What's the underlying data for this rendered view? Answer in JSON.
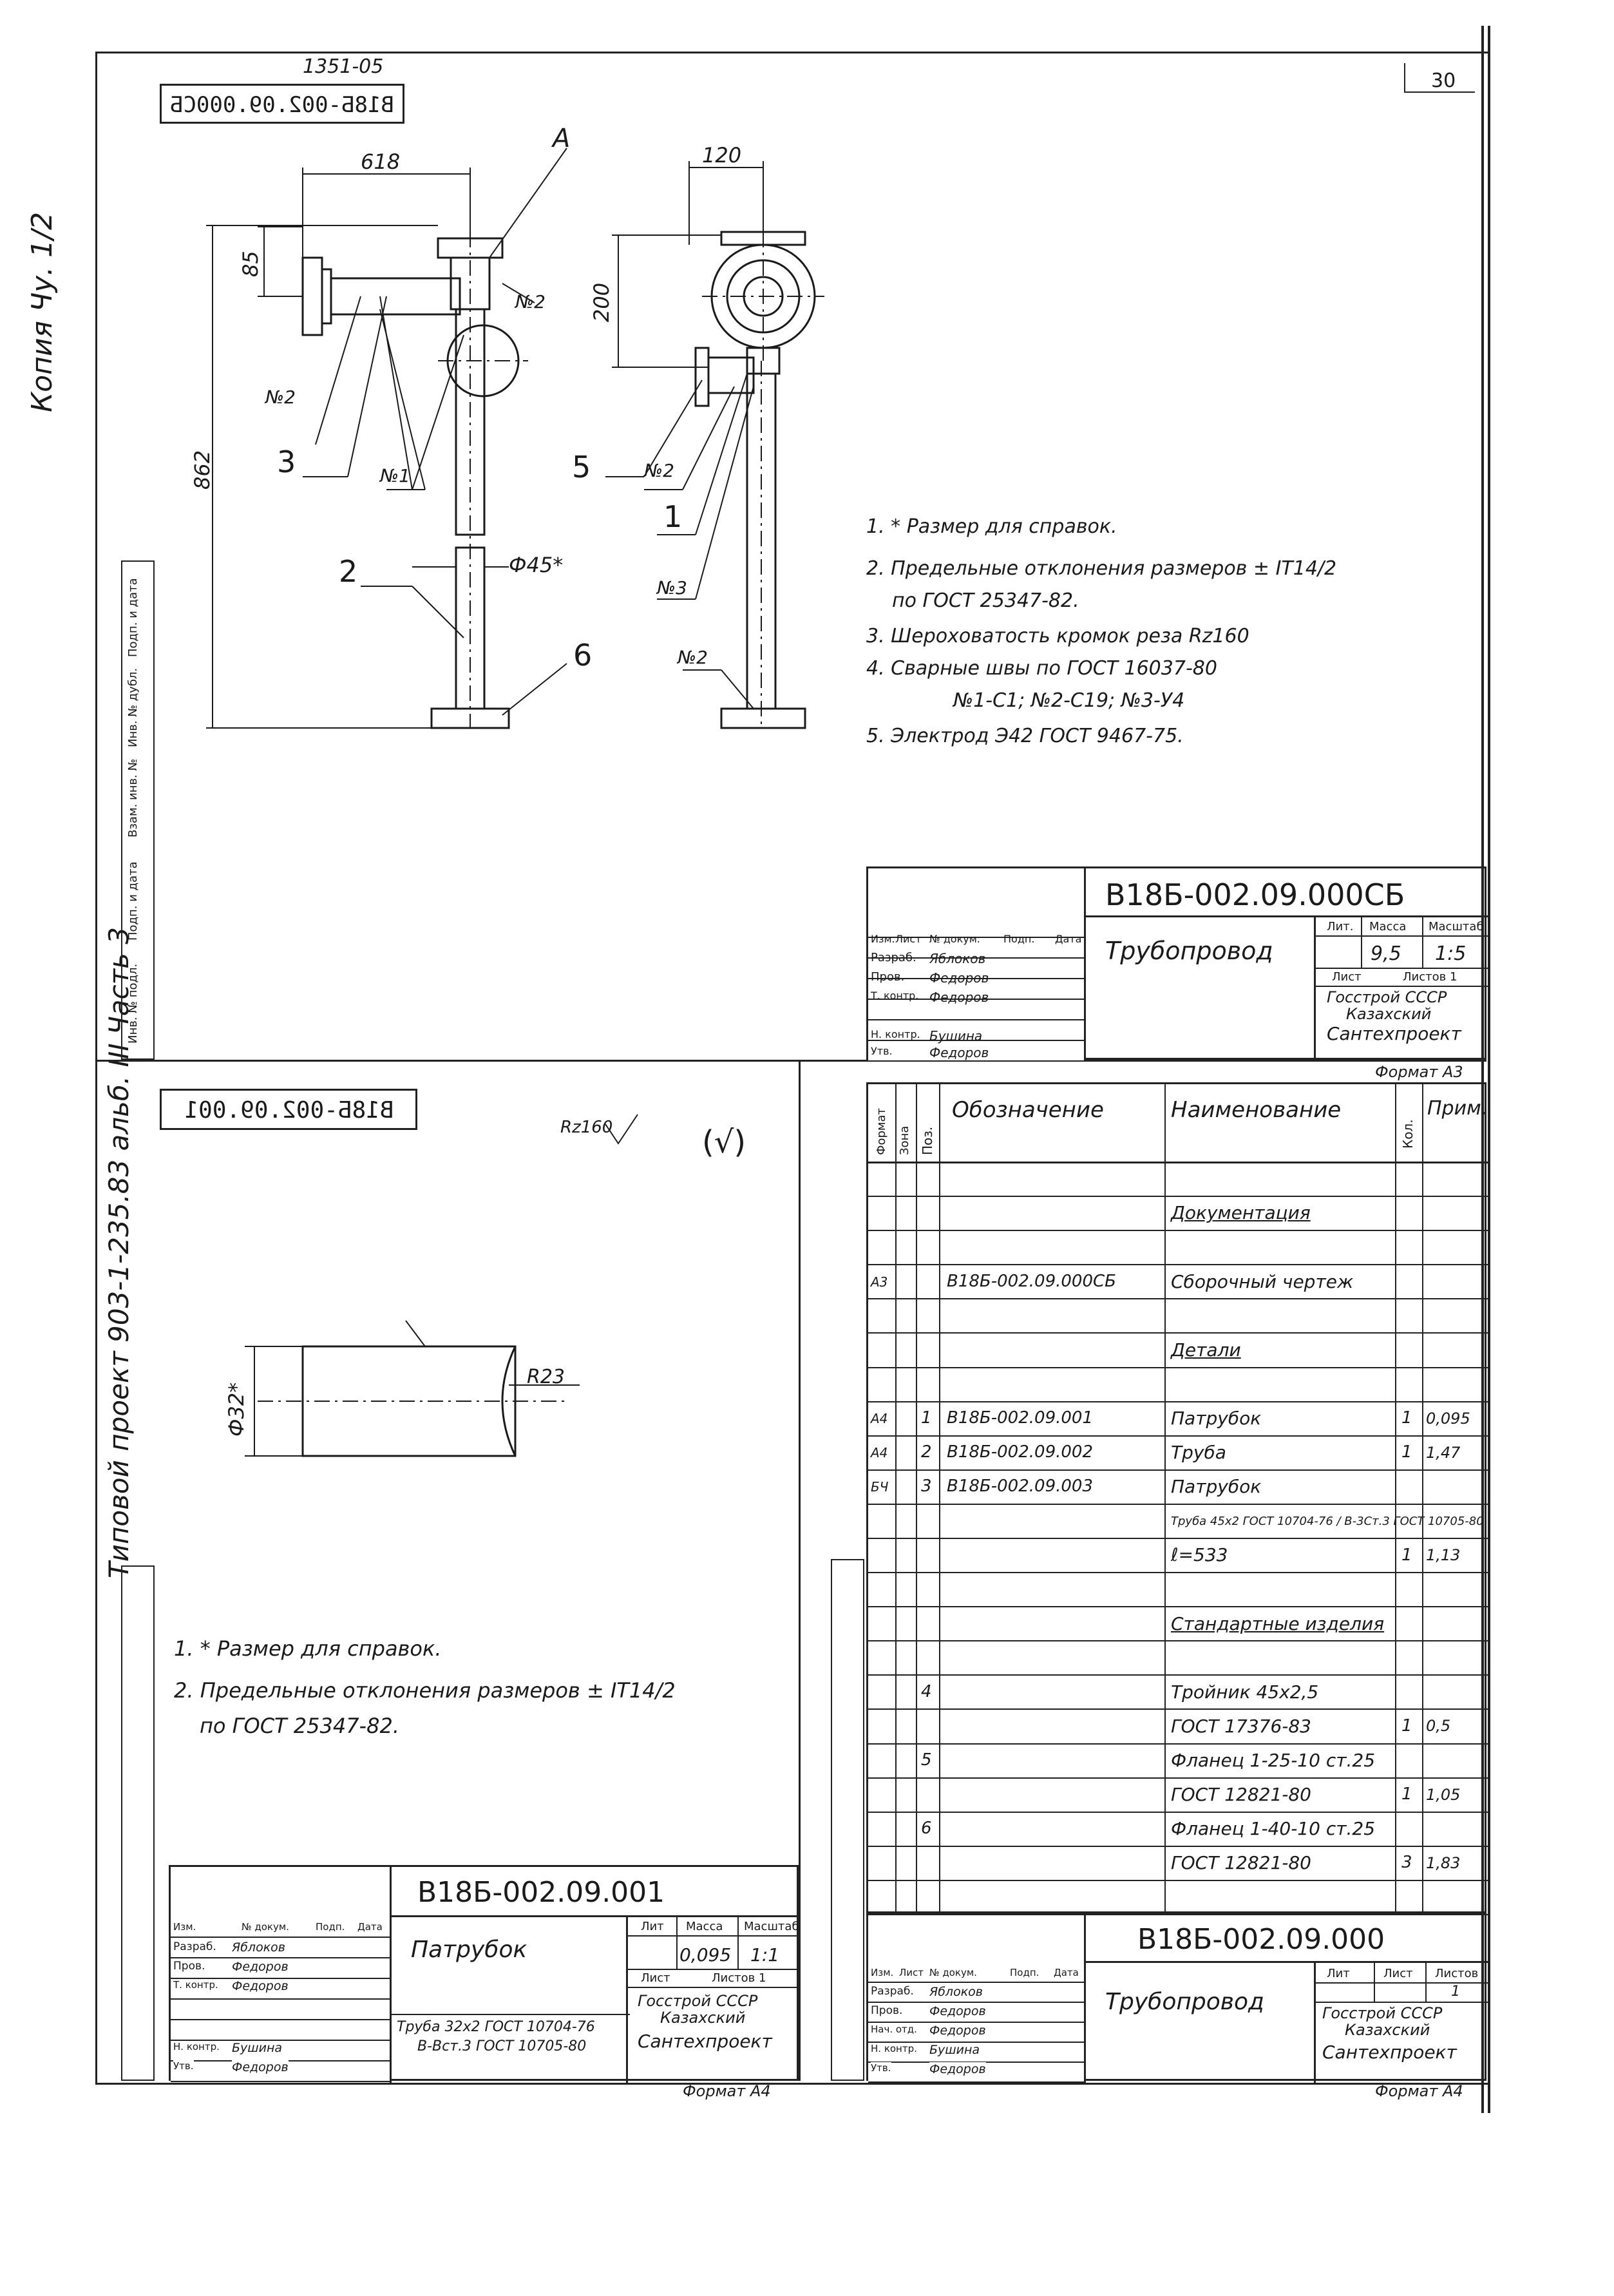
{
  "sheet": {
    "number": "30",
    "archive_no": "1351-05",
    "side_stamp": "Копия Чу. 1/2",
    "side_project": "Типовой проект 903-1-235.83 альб. III Часть 3",
    "side_cols": [
      "Подп. и дата",
      "Инв. № дубл.",
      "Взам. инв. №",
      "Подп. и дата",
      "Инв. № подл."
    ]
  },
  "drawing_top": {
    "code_stamp": "В18Б-002.09.000СБ",
    "dims": [
      "618",
      "85",
      "862",
      "120",
      "200",
      "Ф45*"
    ],
    "view_label": "А",
    "weld_marks": [
      "№2",
      "№2",
      "№1",
      "№2",
      "№3",
      "№2"
    ],
    "callouts": [
      "3",
      "2",
      "6",
      "5",
      "1"
    ],
    "notes": [
      "1. * Размер для справок.",
      "2. Предельные отклонения размеров ± IT14/2",
      "по ГОСТ 25347-82.",
      "3. Шероховатость кромок реза Rz160",
      "4. Сварные швы по ГОСТ 16037-80",
      "№1-С1; №2-С19; №3-У4",
      "5. Электрод Э42 ГОСТ 9467-75."
    ],
    "title_block": {
      "designation": "В18Б-002.09.000СБ",
      "name": "Трубопровод",
      "lit_header": "Лит.",
      "mass_header": "Масса",
      "scale_header": "Масштаб",
      "mass": "9,5",
      "scale": "1:5",
      "sheet_label": "Лист",
      "sheets_label": "Листов 1",
      "org1": "Госстрой СССР",
      "org2": "Казахский",
      "org3": "Сантехпроект",
      "format": "Формат А3",
      "roles": [
        {
          "role": "Изм.",
          "c2": "Лист",
          "c3": "№ докум.",
          "c4": "Подп.",
          "c5": "Дата"
        },
        {
          "role": "Разраб.",
          "c3": "Яблоков"
        },
        {
          "role": "Пров.",
          "c3": "Федоров"
        },
        {
          "role": "Т. контр.",
          "c3": "Федоров"
        },
        {
          "role": "",
          "c3": ""
        },
        {
          "role": "Н. контр.",
          "c3": "Бушина"
        },
        {
          "role": "Утв.",
          "c3": "Федоров"
        }
      ]
    }
  },
  "drawing_left": {
    "code_stamp": "В18Б-002.09.001",
    "roughness": "Rz160",
    "roughness_sym": "(√)",
    "dims": [
      "Ф32*",
      "R23"
    ],
    "notes": [
      "1. * Размер для справок.",
      "2. Предельные отклонения размеров ± IT14/2",
      "по ГОСТ 25347-82."
    ],
    "title_block": {
      "designation": "В18Б-002.09.001",
      "name": "Патрубок",
      "lit_header": "Лит",
      "mass_header": "Масса",
      "scale_header": "Масштаб",
      "mass": "0,095",
      "scale": "1:1",
      "sheet_label": "Лист",
      "sheets_label": "Листов 1",
      "material1": "Труба 32х2 ГОСТ 10704-76",
      "material2": "В-Вст.3 ГОСТ 10705-80",
      "org1": "Госстрой СССР",
      "org2": "Казахский",
      "org3": "Сантехпроект",
      "format": "Формат А4",
      "roles": [
        {
          "role": "Изм.",
          "c2": "Лист",
          "c3": "№ докум.",
          "c4": "Подп.",
          "c5": "Дата"
        },
        {
          "role": "Разраб.",
          "c3": "Яблоков"
        },
        {
          "role": "Пров.",
          "c3": "Федоров"
        },
        {
          "role": "Т. контр.",
          "c3": "Федоров"
        },
        {
          "role": "",
          "c3": ""
        },
        {
          "role": "Н. контр.",
          "c3": "Бушина"
        },
        {
          "role": "Утв.",
          "c3": "Федоров"
        }
      ]
    }
  },
  "spec": {
    "headers": {
      "format": "Формат",
      "zone": "Зона",
      "pos": "Поз.",
      "designation": "Обозначение",
      "name": "Наименование",
      "qty": "Кол.",
      "note": "Прим."
    },
    "rows": [
      {
        "f": "",
        "p": "",
        "d": "",
        "n": "",
        "q": "",
        "m": ""
      },
      {
        "f": "",
        "p": "",
        "d": "",
        "n": "Документация",
        "q": "",
        "m": "",
        "u": true
      },
      {
        "f": "",
        "p": "",
        "d": "",
        "n": "",
        "q": "",
        "m": ""
      },
      {
        "f": "А3",
        "p": "",
        "d": "В18Б-002.09.000СБ",
        "n": "Сборочный чертеж",
        "q": "",
        "m": ""
      },
      {
        "f": "",
        "p": "",
        "d": "",
        "n": "",
        "q": "",
        "m": ""
      },
      {
        "f": "",
        "p": "",
        "d": "",
        "n": "Детали",
        "q": "",
        "m": "",
        "u": true
      },
      {
        "f": "",
        "p": "",
        "d": "",
        "n": "",
        "q": "",
        "m": ""
      },
      {
        "f": "А4",
        "p": "1",
        "d": "В18Б-002.09.001",
        "n": "Патрубок",
        "q": "1",
        "m": "0,095"
      },
      {
        "f": "А4",
        "p": "2",
        "d": "В18Б-002.09.002",
        "n": "Труба",
        "q": "1",
        "m": "1,47"
      },
      {
        "f": "БЧ",
        "p": "3",
        "d": "В18Б-002.09.003",
        "n": "Патрубок",
        "q": "",
        "m": ""
      },
      {
        "f": "",
        "p": "",
        "d": "",
        "n": "Труба 45х2 ГОСТ 10704-76 / В-3Ст.3 ГОСТ 10705-80",
        "q": "",
        "m": "",
        "small": true
      },
      {
        "f": "",
        "p": "",
        "d": "",
        "n": "ℓ=533",
        "q": "1",
        "m": "1,13"
      },
      {
        "f": "",
        "p": "",
        "d": "",
        "n": "",
        "q": "",
        "m": ""
      },
      {
        "f": "",
        "p": "",
        "d": "",
        "n": "Стандартные изделия",
        "q": "",
        "m": "",
        "u": true
      },
      {
        "f": "",
        "p": "",
        "d": "",
        "n": "",
        "q": "",
        "m": ""
      },
      {
        "f": "",
        "p": "4",
        "d": "",
        "n": "Тройник 45х2,5",
        "q": "",
        "m": ""
      },
      {
        "f": "",
        "p": "",
        "d": "",
        "n": "ГОСТ 17376-83",
        "q": "1",
        "m": "0,5"
      },
      {
        "f": "",
        "p": "5",
        "d": "",
        "n": "Фланец 1-25-10 ст.25",
        "q": "",
        "m": ""
      },
      {
        "f": "",
        "p": "",
        "d": "",
        "n": "ГОСТ 12821-80",
        "q": "1",
        "m": "1,05"
      },
      {
        "f": "",
        "p": "6",
        "d": "",
        "n": "Фланец 1-40-10 ст.25",
        "q": "",
        "m": ""
      },
      {
        "f": "",
        "p": "",
        "d": "",
        "n": "ГОСТ 12821-80",
        "q": "3",
        "m": "1,83"
      },
      {
        "f": "",
        "p": "",
        "d": "",
        "n": "",
        "q": "",
        "m": ""
      }
    ],
    "title_block": {
      "designation": "В18Б-002.09.000",
      "name": "Трубопровод",
      "lit_header": "Лит",
      "sheet_header": "Лист",
      "sheets_header": "Листов",
      "sheets": "1",
      "org1": "Госстрой СССР",
      "org2": "Казахский",
      "org3": "Сантехпроект",
      "format": "Формат А4",
      "roles": [
        {
          "role": "Изм.",
          "c2": "Лист",
          "c3": "№ докум.",
          "c4": "Подп.",
          "c5": "Дата"
        },
        {
          "role": "Разраб.",
          "c3": "Яблоков"
        },
        {
          "role": "Пров.",
          "c3": "Федоров"
        },
        {
          "role": "Нач. отд.",
          "c3": "Федоров"
        },
        {
          "role": "Н. контр.",
          "c3": "Бушина"
        },
        {
          "role": "Утв.",
          "c3": "Федоров"
        }
      ]
    }
  }
}
